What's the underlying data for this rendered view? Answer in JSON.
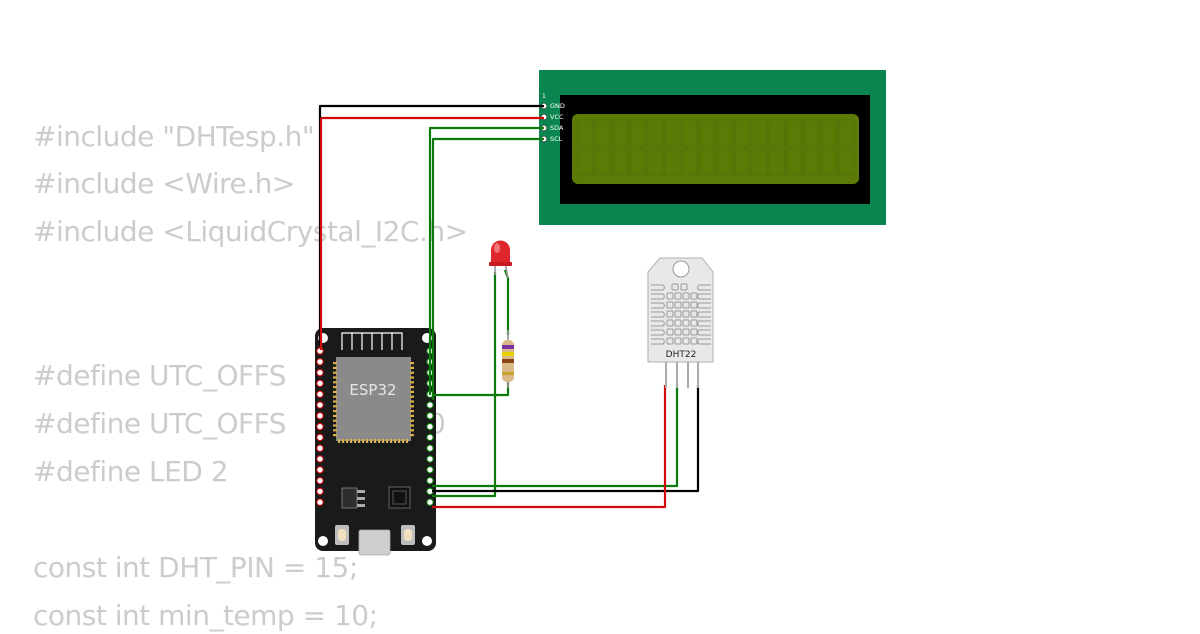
{
  "code_lines": [
    "#include \"DHTesp.h\"",
    "#include <Wire.h>",
    "#include <LiquidCrystal_I2C.h>",
    "",
    "#define UTC_OFFS",
    "#define UTC_OFFS",
    "#define LED 2",
    "",
    "const int DHT_PIN = 15;",
    "const int min_temp = 10;"
  ],
  "code_fragment": "0",
  "lcd": {
    "pin_number": "1",
    "pins": [
      "GND",
      "VCC",
      "SDA",
      "SCL"
    ],
    "board_color": "#0a8550",
    "screen_color": "#5c7a06"
  },
  "esp32": {
    "label": "ESP32",
    "board_color": "#1a1a1a"
  },
  "dht22": {
    "label": "DHT22"
  },
  "led": {
    "color": "#e0262d"
  },
  "wires": {
    "black": "#000000",
    "red": "#d10a0a",
    "green": "#0a7a0a"
  }
}
